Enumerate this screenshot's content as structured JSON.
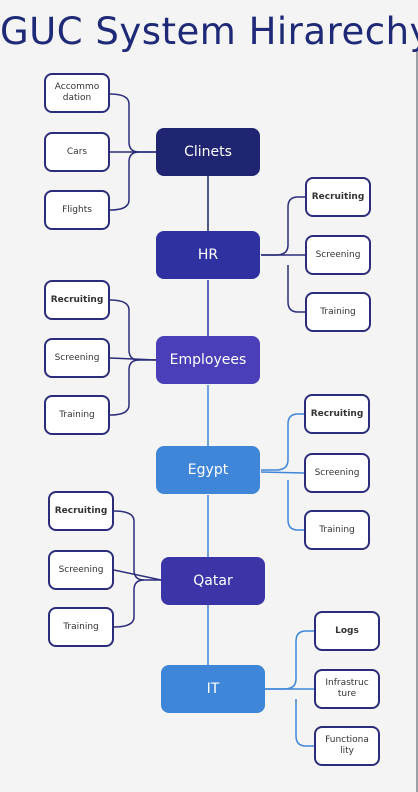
{
  "title": "GUC System Hirarechy",
  "colors": {
    "hub_dark": "#1f2570",
    "hub_indigo": "#2f31a0",
    "hub_purple": "#4a3fb8",
    "hub_blue": "#3f86d9",
    "hub_deep": "#3b35a8",
    "leaf_border": "#2b2d7c"
  },
  "hubs": {
    "clients": "Clinets",
    "hr": "HR",
    "employees": "Employees",
    "egypt": "Egypt",
    "qatar": "Qatar",
    "it": "IT"
  },
  "clients_children": [
    "Accommo dation",
    "Cars",
    "Flights"
  ],
  "hr_children": [
    "Recruiting",
    "Screening",
    "Training"
  ],
  "employees_children": [
    "Recruiting",
    "Screening",
    "Training"
  ],
  "egypt_children": [
    "Recruiting",
    "Screening",
    "Training"
  ],
  "qatar_children": [
    "Recruiting",
    "Screening",
    "Training"
  ],
  "it_children": [
    "Logs",
    "Infrastructure",
    "Functionality"
  ]
}
